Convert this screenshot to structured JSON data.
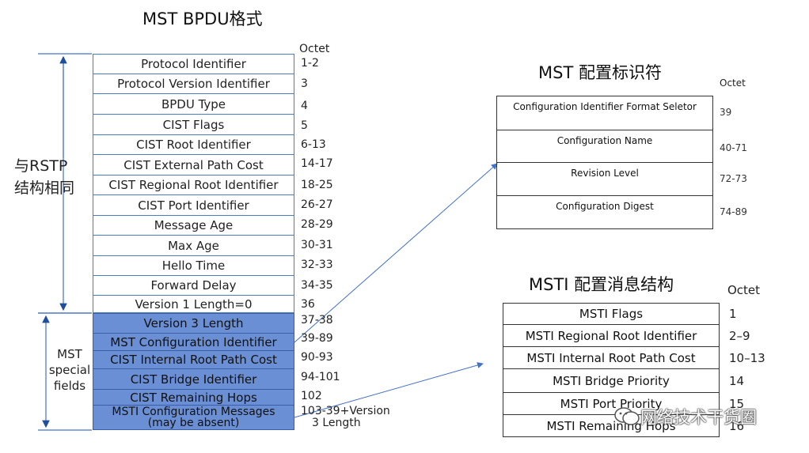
{
  "main_title": "MST BPDU格式",
  "octet_header": "Octet",
  "bpdu_rows": [
    {
      "label": "Protocol Identifier",
      "octet": "1-2"
    },
    {
      "label": "Protocol Version Identifier",
      "octet": "3"
    },
    {
      "label": "BPDU Type",
      "octet": "4"
    },
    {
      "label": "CIST Flags",
      "octet": "5"
    },
    {
      "label": "CIST Root Identifier",
      "octet": "6-13"
    },
    {
      "label": "CIST External Path Cost",
      "octet": "14-17"
    },
    {
      "label": "CIST Regional Root Identifier",
      "octet": "18-25"
    },
    {
      "label": "CIST Port Identifier",
      "octet": "26-27"
    },
    {
      "label": "Message Age",
      "octet": "28-29"
    },
    {
      "label": "Max Age",
      "octet": "30-31"
    },
    {
      "label": "Hello Time",
      "octet": "32-33"
    },
    {
      "label": "Forward Delay",
      "octet": "34-35"
    },
    {
      "label": "Version 1 Length=0",
      "octet": "36"
    },
    {
      "label": "Version 3 Length",
      "octet": "37-38"
    },
    {
      "label": "MST Configuration Identifier",
      "octet": "39-89"
    },
    {
      "label": "CIST Internal Root Path Cost",
      "octet": "90-93"
    },
    {
      "label": "CIST Bridge Identifier",
      "octet": "94-101"
    },
    {
      "label": "CIST Remaining Hops",
      "octet": "102"
    },
    {
      "label": "MSTI Configuration Messages",
      "label2": "(may be absent)",
      "octet": "103-39+Version",
      "octet2": "3 Length"
    }
  ],
  "rstp_label_line1": "与RSTP",
  "rstp_label_line2": "结构相同",
  "mst_label_line1": "MST",
  "mst_label_line2": "special",
  "mst_label_line3": "fields",
  "config_title": "MST 配置标识符",
  "config_octet_header": "Octet",
  "config_rows": [
    {
      "label": "Configuration  Identifier  Format  Seletor",
      "octet": "39"
    },
    {
      "label": "Configuration   Name",
      "octet": "40-71"
    },
    {
      "label": "Revision   Level",
      "octet": "72-73"
    },
    {
      "label": "Configuration   Digest",
      "octet": "74-89"
    }
  ],
  "msti_title": "MSTI 配置消息结构",
  "msti_octet_header": "Octet",
  "msti_rows": [
    {
      "label": "MSTI Flags",
      "octet": "1"
    },
    {
      "label": "MSTI Regional Root Identifier",
      "octet": "2–9"
    },
    {
      "label": "MSTI Internal Root Path Cost",
      "octet": "10–13"
    },
    {
      "label": "MSTI Bridge Priority",
      "octet": "14"
    },
    {
      "label": "MSTI Port Priority",
      "octet": "15"
    },
    {
      "label": "MSTI Remaining Hops",
      "octet": "16"
    }
  ],
  "watermark": "网络技术干货圈",
  "colors": {
    "highlight_fill": "#6a8fd4",
    "table_border": "#4a7cc0",
    "arrow": "#4472c4"
  },
  "icons": {
    "watermark": "wechat-icon"
  }
}
